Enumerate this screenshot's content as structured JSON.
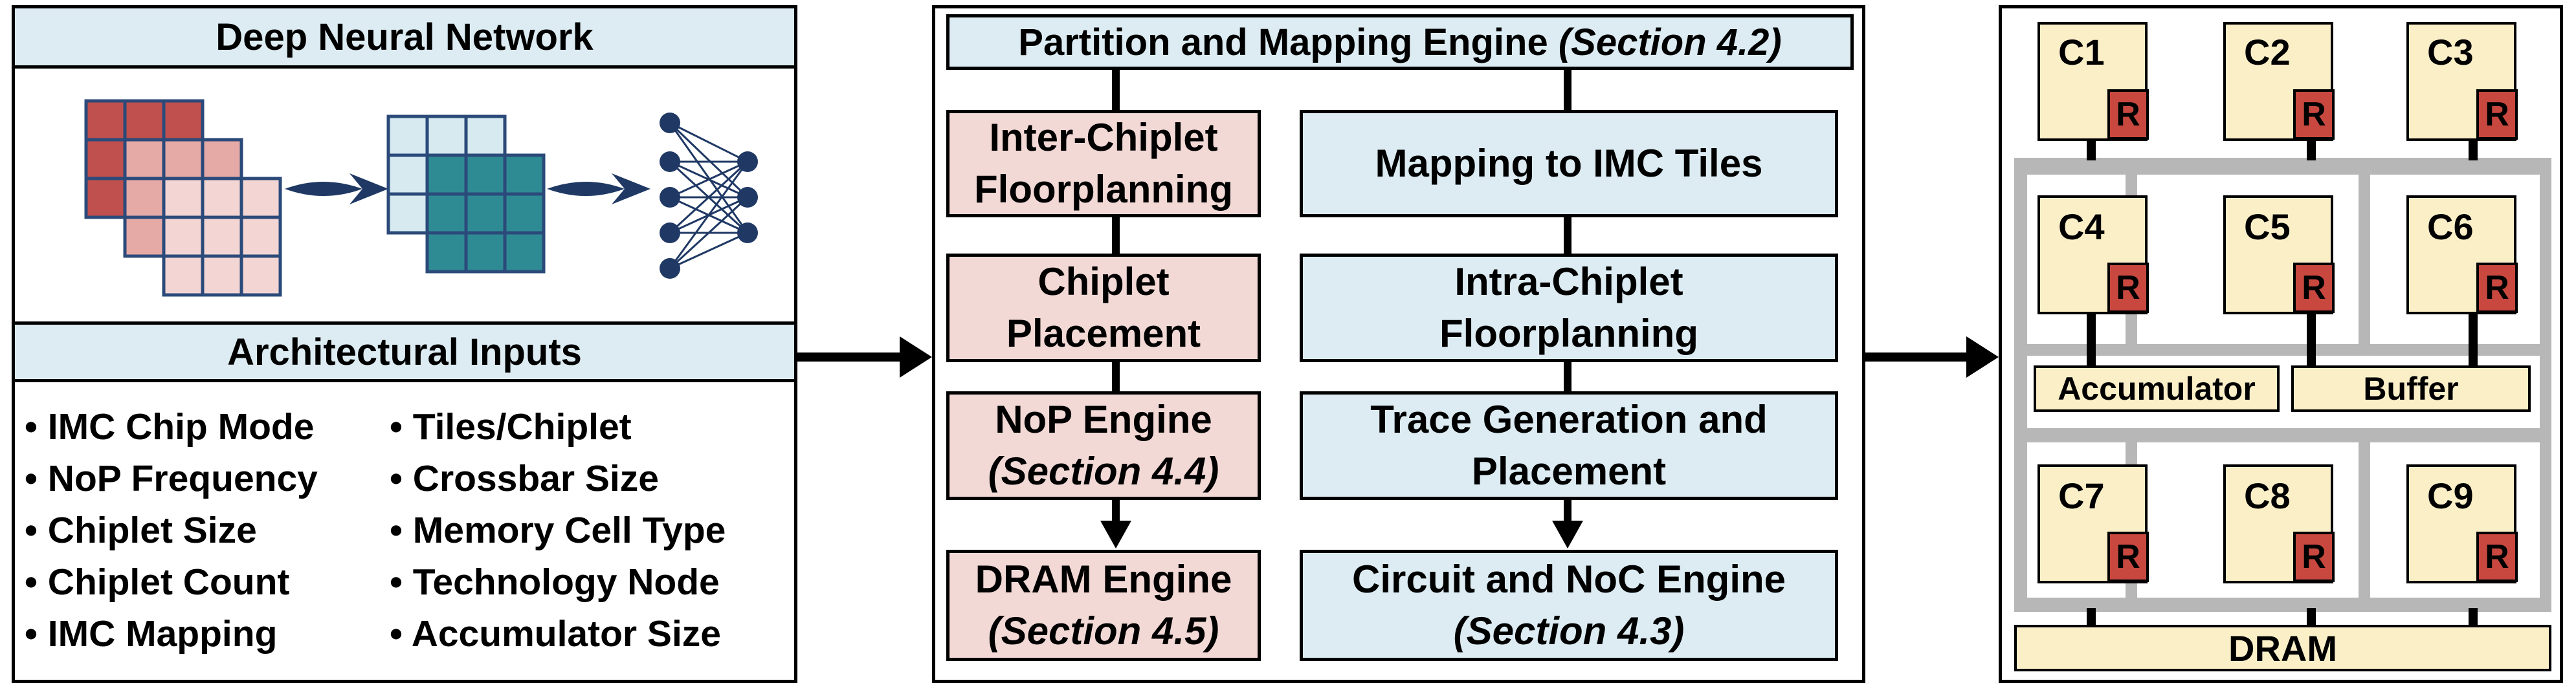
{
  "left_panel": {
    "dnn_title": "Deep Neural Network",
    "arch_title": "Architectural Inputs",
    "inputs_col1": [
      "IMC Chip Mode",
      "NoP Frequency",
      "Chiplet Size",
      "Chiplet Count",
      "IMC Mapping"
    ],
    "inputs_col2": [
      "Tiles/Chiplet",
      "Crossbar Size",
      "Memory Cell Type",
      "Technology Node",
      "Accumulator Size"
    ]
  },
  "middle_panel": {
    "title": "Partition and Mapping Engine",
    "title_ref": "(Section 4.2)",
    "left_boxes": [
      {
        "line1": "Inter-Chiplet",
        "line2": "Floorplanning"
      },
      {
        "line1": "Chiplet",
        "line2": "Placement"
      },
      {
        "line1": "NoP Engine",
        "line2": "(Section 4.4)"
      },
      {
        "line1": "DRAM Engine",
        "line2": "(Section 4.5)"
      }
    ],
    "right_boxes": [
      {
        "line1": "Mapping to IMC Tiles",
        "line2": ""
      },
      {
        "line1": "Intra-Chiplet",
        "line2": "Floorplanning"
      },
      {
        "line1": "Trace Generation and",
        "line2": "Placement"
      },
      {
        "line1": "Circuit and NoC Engine",
        "line2": "(Section 4.3)"
      }
    ]
  },
  "right_panel": {
    "chiplets": [
      "C1",
      "C2",
      "C3",
      "C4",
      "C5",
      "C6",
      "C7",
      "C8",
      "C9"
    ],
    "router_label": "R",
    "accumulator": "Accumulator",
    "buffer": "Buffer",
    "dram": "DRAM"
  },
  "colors": {
    "header_blue": "#dcecf2",
    "pink_box": "#f2d9d6",
    "cream": "#fbefc8",
    "router_red": "#c8483f",
    "interconnect_gray": "#b7b7b7",
    "tensor_red": "#c0504d",
    "tensor_teal": "#2e8b94",
    "network_navy": "#1f3864"
  }
}
